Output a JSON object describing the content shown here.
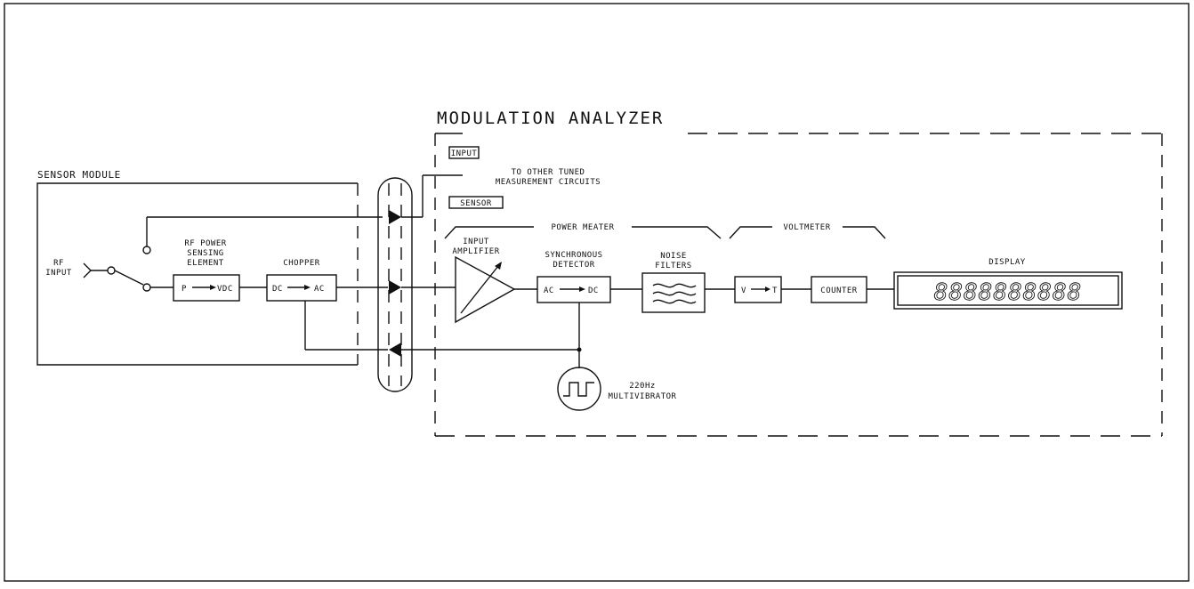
{
  "diagram": {
    "title": "MODULATION ANALYZER",
    "sensor_module_label": "SENSOR MODULE",
    "rf_input": [
      "RF",
      "INPUT"
    ],
    "rf_power_element": [
      "RF POWER",
      "SENSING",
      "ELEMENT"
    ],
    "p_vdc": {
      "left": "P",
      "right": "VDC"
    },
    "chopper_label": "CHOPPER",
    "dc_ac": {
      "left": "DC",
      "right": "AC"
    },
    "input_button": "INPUT",
    "sensor_button": "SENSOR",
    "to_other": [
      "TO OTHER TUNED",
      "MEASUREMENT CIRCUITS"
    ],
    "power_meter_label": "POWER MEATER",
    "voltmeter_label": "VOLTMETER",
    "input_amplifier": [
      "INPUT",
      "AMPLIFIER"
    ],
    "sync_detector": [
      "SYNCHRONOUS",
      "DETECTOR"
    ],
    "ac_dc": {
      "left": "AC",
      "right": "DC"
    },
    "noise_filters": [
      "NOISE",
      "FILTERS"
    ],
    "v_t": {
      "left": "V",
      "right": "T"
    },
    "counter": "COUNTER",
    "display_label": "DISPLAY",
    "display_digits": "8888888888",
    "multivibrator": [
      "220Hz",
      "MULTIVIBRATOR"
    ]
  }
}
